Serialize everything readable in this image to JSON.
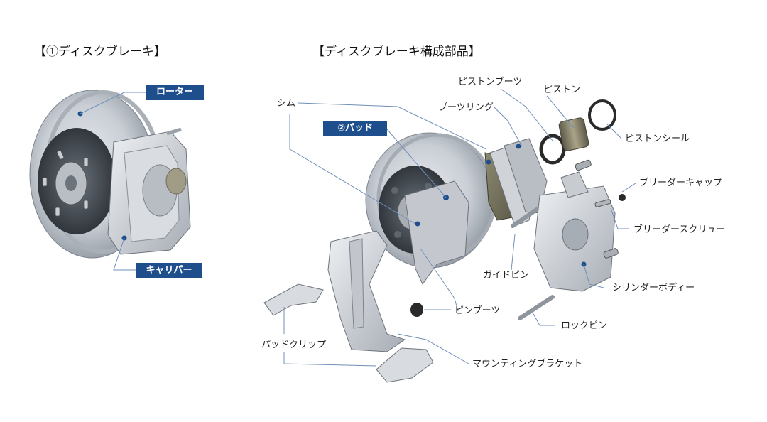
{
  "headings": {
    "left": "【①ディスクブレーキ】",
    "right": "【ディスクブレーキ構成部品】"
  },
  "tags": {
    "rotor": "ローター",
    "caliper": "キャリパー",
    "pad": "②パッド"
  },
  "labels": {
    "piston_boot": "ピストンブーツ",
    "piston": "ピストン",
    "shim": "シム",
    "boot_ring": "ブーツリング",
    "piston_seal": "ピストンシール",
    "bleeder_cap": "ブリーダーキャップ",
    "bleeder_screw": "ブリーダースクリュー",
    "guide_pin": "ガイドピン",
    "cylinder_body": "シリンダーボディー",
    "pin_boot": "ピンブーツ",
    "lock_pin": "ロックピン",
    "pad_clip": "パッドクリップ",
    "mounting_bracket": "マウンティングブラケット"
  },
  "colors": {
    "tag_bg": "#1f4e8c",
    "leader": "#6f8fb8",
    "dot": "#1f4e8c"
  }
}
